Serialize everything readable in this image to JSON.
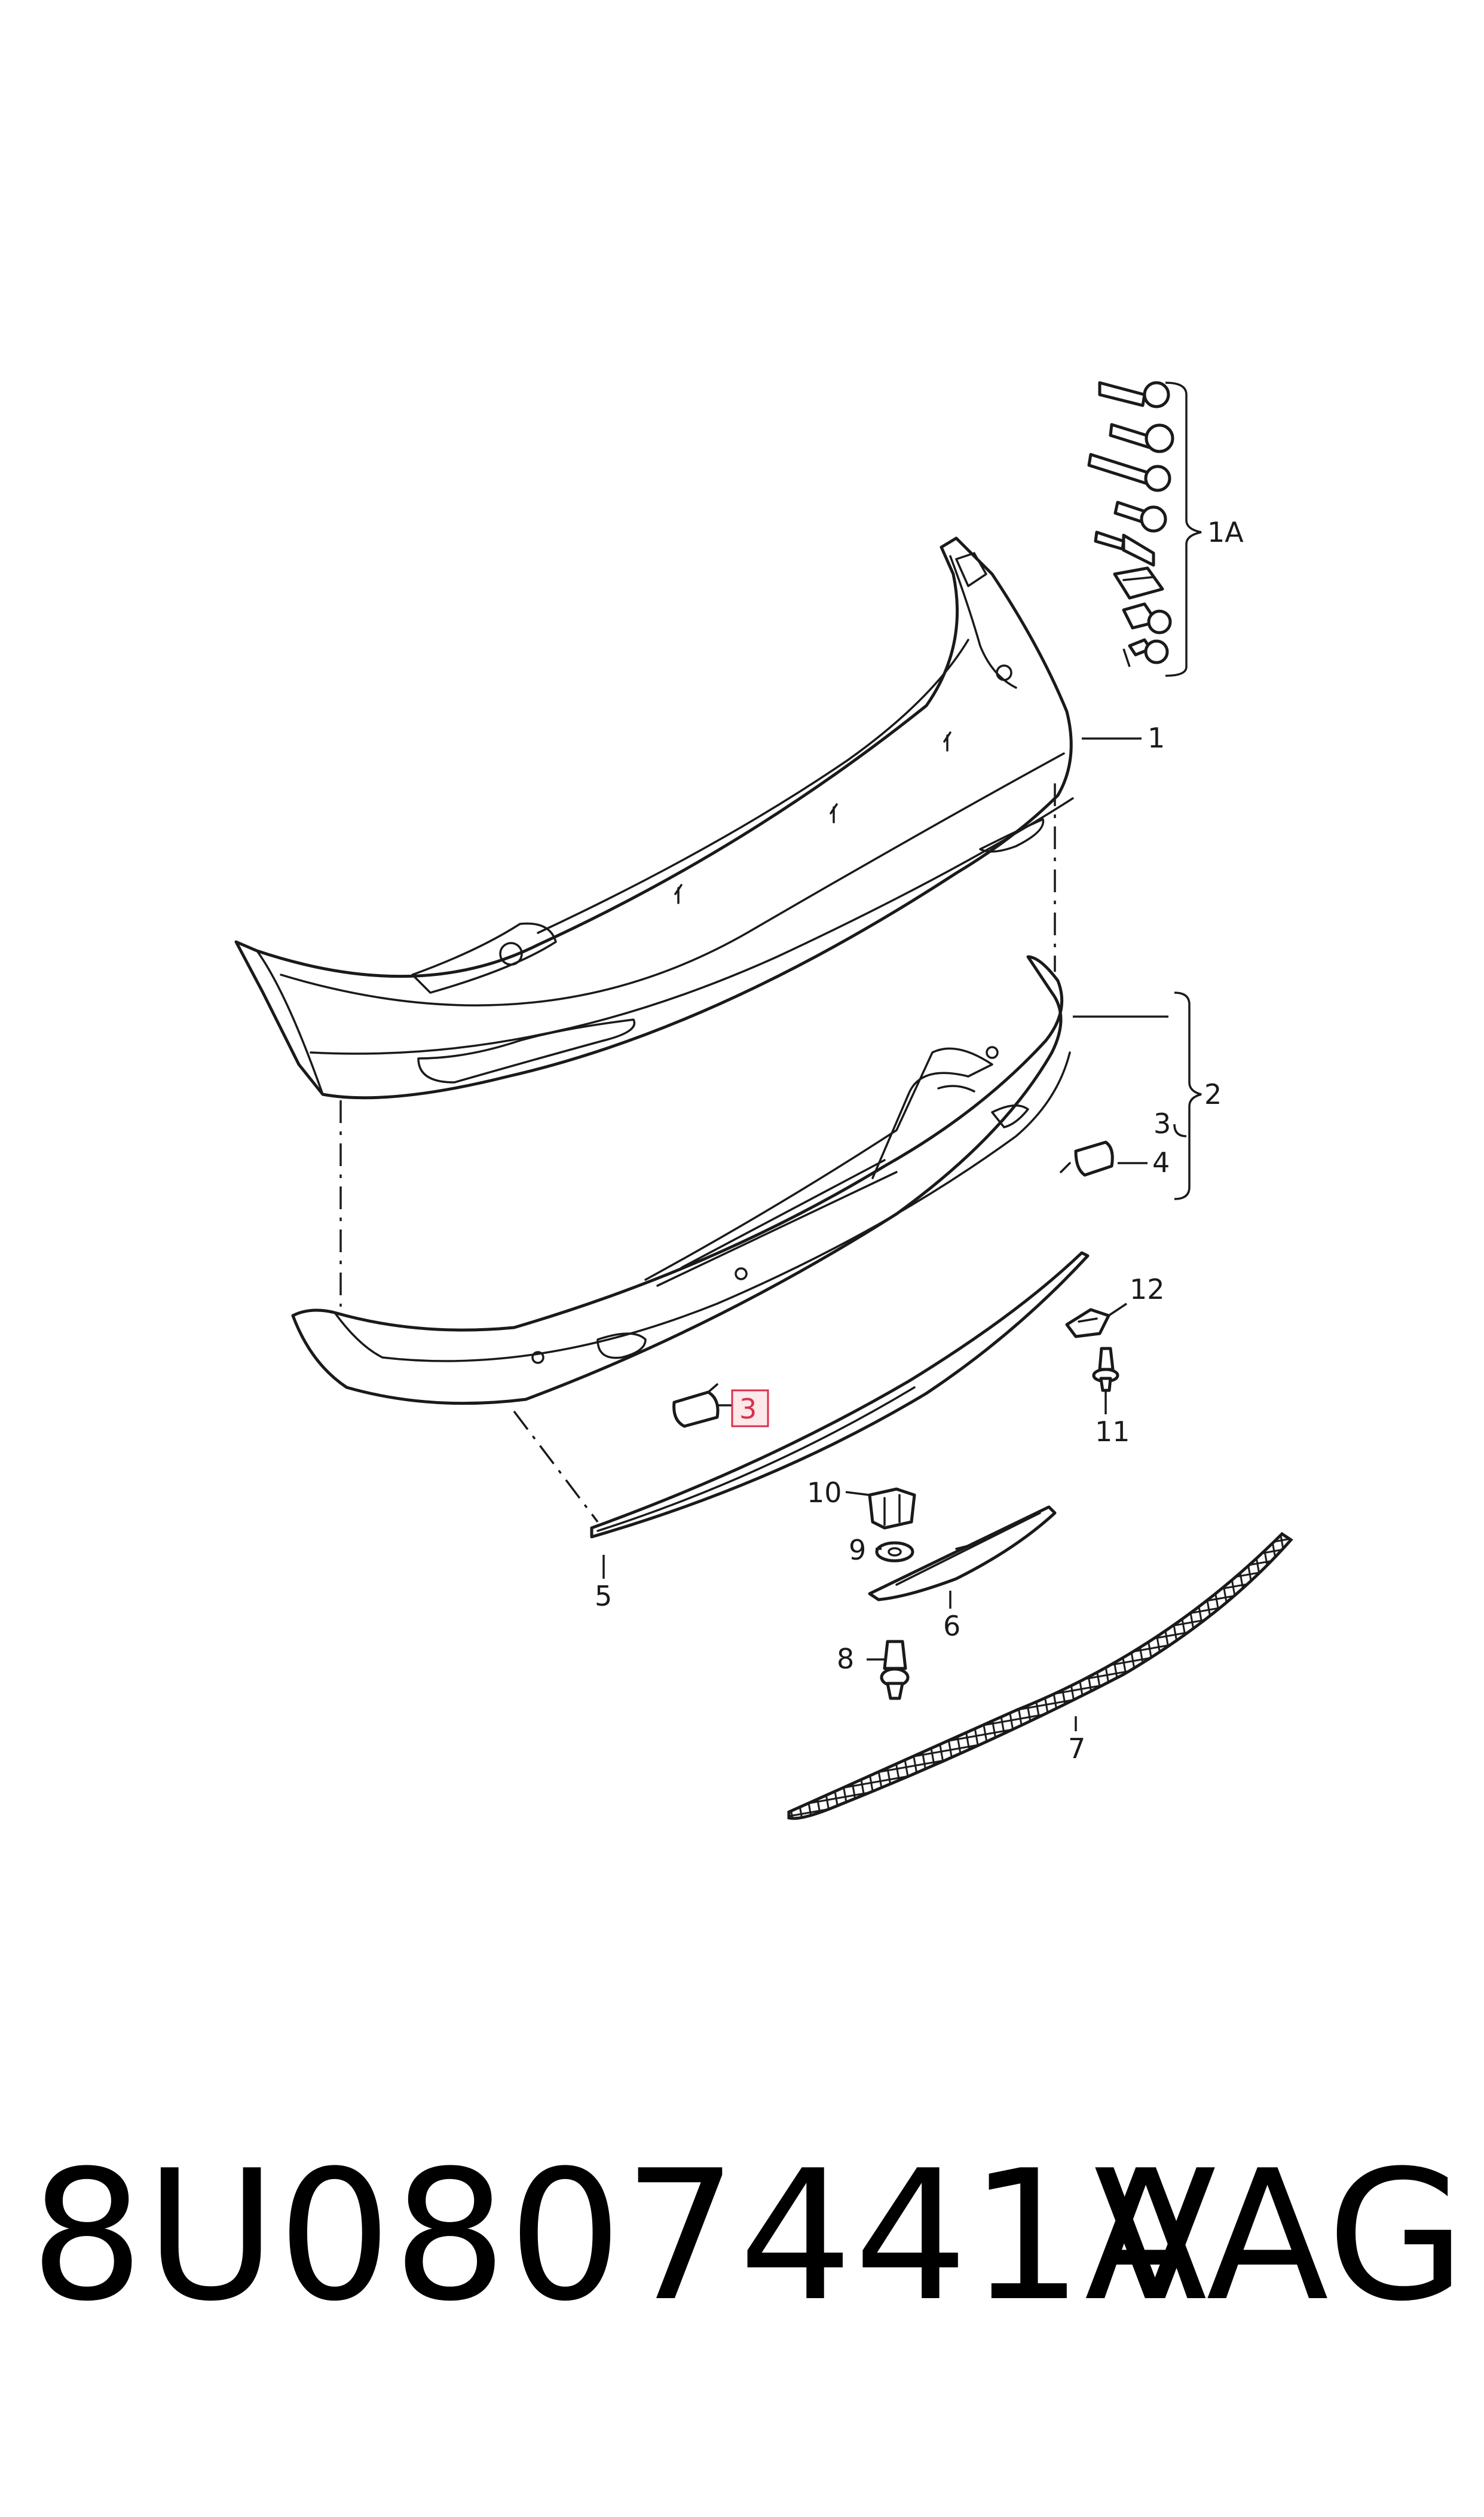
{
  "callouts": {
    "c1": "1",
    "c1a": "1A",
    "c2": "2",
    "c3_bracket": "3",
    "c4": "4",
    "c3_highlight": "3",
    "c5": "5",
    "c6": "6",
    "c7": "7",
    "c8": "8",
    "c9": "9",
    "c10": "10",
    "c11": "11",
    "c12": "12"
  },
  "highlight_color": "#d9304a",
  "footer": {
    "part_number": "8U0807441A",
    "brand": "VAG"
  }
}
